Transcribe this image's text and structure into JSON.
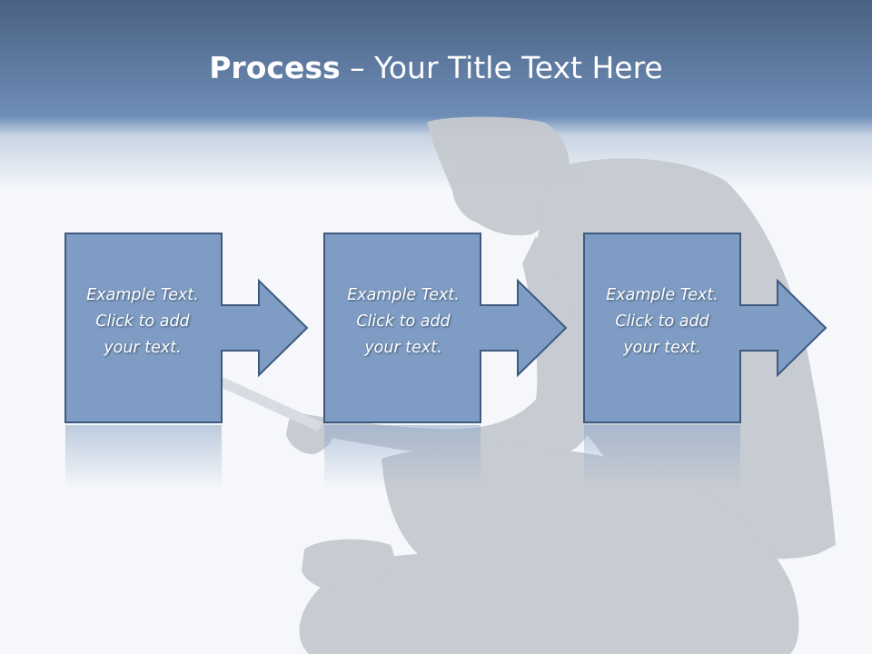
{
  "slide": {
    "title_bold": "Process",
    "title_rest": " – Your Title Text Here"
  },
  "steps": [
    {
      "line1": "Example Text.",
      "line2": "Click  to add",
      "line3": "your text."
    },
    {
      "line1": "Example Text.",
      "line2": "Click  to add",
      "line3": "your text."
    },
    {
      "line1": "Example Text.",
      "line2": "Click  to add",
      "line3": "your text."
    }
  ],
  "colors": {
    "header_top": "#4a6283",
    "header_bottom": "#6e8db7",
    "box_fill": "#7f9dc4",
    "box_stroke": "#3f5a7e",
    "silhouette": "#c5c9d0",
    "background": "#f5f7fa"
  }
}
